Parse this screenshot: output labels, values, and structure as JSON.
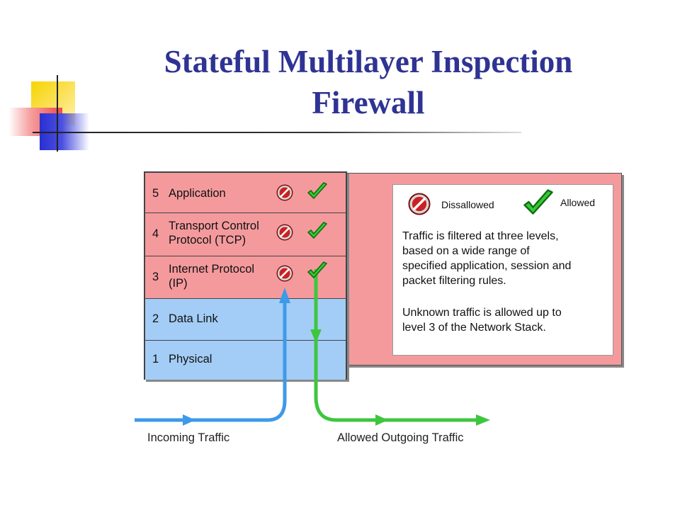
{
  "title": {
    "line1": "Stateful Multilayer Inspection",
    "line2": "Firewall"
  },
  "layers": [
    {
      "number": "5",
      "name_lines": [
        "Application"
      ],
      "icons": [
        "disallowed-icon",
        "allowed-icon"
      ]
    },
    {
      "number": "4",
      "name_lines": [
        "Transport Control",
        "Protocol (TCP)"
      ],
      "icons": [
        "disallowed-icon",
        "allowed-icon"
      ]
    },
    {
      "number": "3",
      "name_lines": [
        "Internet Protocol",
        "(IP)"
      ],
      "icons": [
        "disallowed-icon",
        "allowed-icon"
      ]
    },
    {
      "number": "2",
      "name_lines": [
        "Data Link"
      ]
    },
    {
      "number": "1",
      "name_lines": [
        "Physical"
      ]
    }
  ],
  "legend": {
    "disallowed": "Dissallowed",
    "allowed": "Allowed"
  },
  "description": {
    "para1": [
      "Traffic is filtered at three levels,",
      "based on a wide range of",
      "specified application, session and",
      "packet filtering rules."
    ],
    "para2": [
      "Unknown traffic is allowed up to",
      "level 3 of the Network Stack."
    ]
  },
  "flows": {
    "incoming": "Incoming Traffic",
    "outgoing": "Allowed Outgoing Traffic"
  },
  "colors": {
    "title": "#2f3393",
    "upper_layers": "#f49a9d",
    "lower_layers": "#a3cdf6",
    "incoming_arrow": "#3d9ae8",
    "outgoing_arrow": "#3ec63e",
    "disallowed_red": "#cc2020",
    "allowed_green": "#33cc33"
  }
}
